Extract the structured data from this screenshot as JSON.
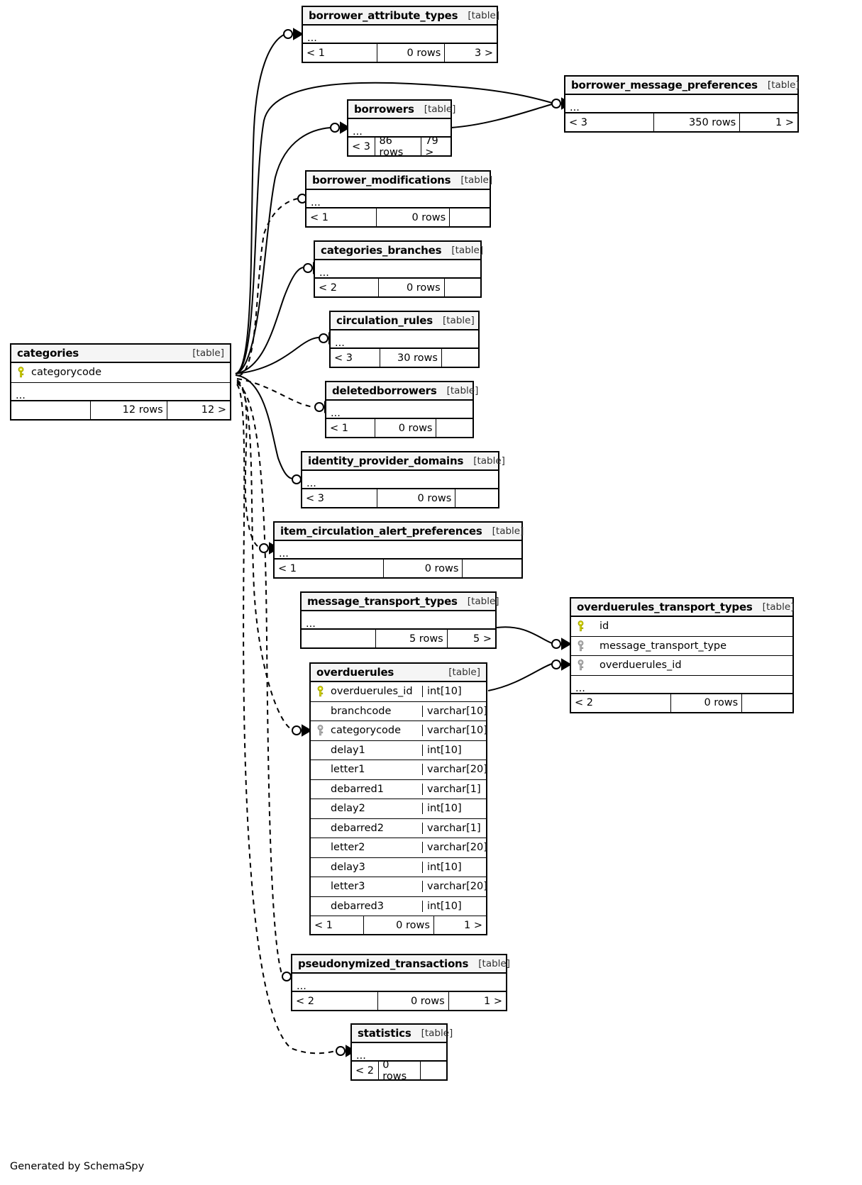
{
  "diagram": {
    "generator_credit": "Generated by SchemaSpy",
    "table_tag": "[table]",
    "ellipsis": "...",
    "colors": {
      "primary_key": "#dede00",
      "foreign_key": "#b0b0b0",
      "title_background": "#f5f5f5",
      "border": "#000000",
      "background": "#ffffff"
    }
  },
  "tables": [
    {
      "id": "borrower_attribute_types",
      "name": "borrower_attribute_types",
      "tag": "[table]",
      "columns": [],
      "has_ellipsis": true,
      "footer": {
        "left": "< 1",
        "mid": "0 rows",
        "right": "3 >"
      }
    },
    {
      "id": "borrower_message_preferences",
      "name": "borrower_message_preferences",
      "tag": "[table]",
      "columns": [],
      "has_ellipsis": true,
      "footer": {
        "left": "< 3",
        "mid": "350 rows",
        "right": "1 >"
      }
    },
    {
      "id": "borrowers",
      "name": "borrowers",
      "tag": "[table]",
      "columns": [],
      "has_ellipsis": true,
      "footer": {
        "left": "< 3",
        "mid": "86 rows",
        "right": "79 >"
      }
    },
    {
      "id": "borrower_modifications",
      "name": "borrower_modifications",
      "tag": "[table]",
      "columns": [],
      "has_ellipsis": true,
      "footer": {
        "left": "< 1",
        "mid": "0 rows",
        "right": ""
      }
    },
    {
      "id": "categories_branches",
      "name": "categories_branches",
      "tag": "[table]",
      "columns": [],
      "has_ellipsis": true,
      "footer": {
        "left": "< 2",
        "mid": "0 rows",
        "right": ""
      }
    },
    {
      "id": "circulation_rules",
      "name": "circulation_rules",
      "tag": "[table]",
      "columns": [],
      "has_ellipsis": true,
      "footer": {
        "left": "< 3",
        "mid": "30 rows",
        "right": ""
      }
    },
    {
      "id": "deletedborrowers",
      "name": "deletedborrowers",
      "tag": "[table]",
      "columns": [],
      "has_ellipsis": true,
      "footer": {
        "left": "< 1",
        "mid": "0 rows",
        "right": ""
      }
    },
    {
      "id": "identity_provider_domains",
      "name": "identity_provider_domains",
      "tag": "[table]",
      "columns": [],
      "has_ellipsis": true,
      "footer": {
        "left": "< 3",
        "mid": "0 rows",
        "right": ""
      }
    },
    {
      "id": "item_circulation_alert_preferences",
      "name": "item_circulation_alert_preferences",
      "tag": "[table]",
      "columns": [],
      "has_ellipsis": true,
      "footer": {
        "left": "< 1",
        "mid": "0 rows",
        "right": ""
      }
    },
    {
      "id": "message_transport_types",
      "name": "message_transport_types",
      "tag": "[table]",
      "columns": [],
      "has_ellipsis": true,
      "footer": {
        "left": "",
        "mid": "5 rows",
        "right": "5 >"
      }
    },
    {
      "id": "categories",
      "name": "categories",
      "tag": "[table]",
      "columns": [
        {
          "key": "primary",
          "name": "categorycode",
          "type": ""
        }
      ],
      "has_ellipsis": true,
      "footer": {
        "left": "",
        "mid": "12 rows",
        "right": "12 >"
      }
    },
    {
      "id": "overduerules_transport_types",
      "name": "overduerules_transport_types",
      "tag": "[table]",
      "columns": [
        {
          "key": "primary",
          "name": "id",
          "type": ""
        },
        {
          "key": "foreign",
          "name": "message_transport_type",
          "type": ""
        },
        {
          "key": "foreign",
          "name": "overduerules_id",
          "type": ""
        }
      ],
      "has_ellipsis": true,
      "footer": {
        "left": "< 2",
        "mid": "0 rows",
        "right": ""
      }
    },
    {
      "id": "overduerules",
      "name": "overduerules",
      "tag": "[table]",
      "columns": [
        {
          "key": "primary",
          "name": "overduerules_id",
          "type": "int[10]"
        },
        {
          "key": "none",
          "name": "branchcode",
          "type": "varchar[10]"
        },
        {
          "key": "foreign",
          "name": "categorycode",
          "type": "varchar[10]"
        },
        {
          "key": "none",
          "name": "delay1",
          "type": "int[10]"
        },
        {
          "key": "none",
          "name": "letter1",
          "type": "varchar[20]"
        },
        {
          "key": "none",
          "name": "debarred1",
          "type": "varchar[1]"
        },
        {
          "key": "none",
          "name": "delay2",
          "type": "int[10]"
        },
        {
          "key": "none",
          "name": "debarred2",
          "type": "varchar[1]"
        },
        {
          "key": "none",
          "name": "letter2",
          "type": "varchar[20]"
        },
        {
          "key": "none",
          "name": "delay3",
          "type": "int[10]"
        },
        {
          "key": "none",
          "name": "letter3",
          "type": "varchar[20]"
        },
        {
          "key": "none",
          "name": "debarred3",
          "type": "int[10]"
        }
      ],
      "has_ellipsis": false,
      "footer": {
        "left": "< 1",
        "mid": "0 rows",
        "right": "1 >"
      }
    },
    {
      "id": "pseudonymized_transactions",
      "name": "pseudonymized_transactions",
      "tag": "[table]",
      "columns": [],
      "has_ellipsis": true,
      "footer": {
        "left": "< 2",
        "mid": "0 rows",
        "right": "1 >"
      }
    },
    {
      "id": "statistics",
      "name": "statistics",
      "tag": "[table]",
      "columns": [],
      "has_ellipsis": true,
      "footer": {
        "left": "< 2",
        "mid": "0 rows",
        "right": ""
      }
    }
  ]
}
